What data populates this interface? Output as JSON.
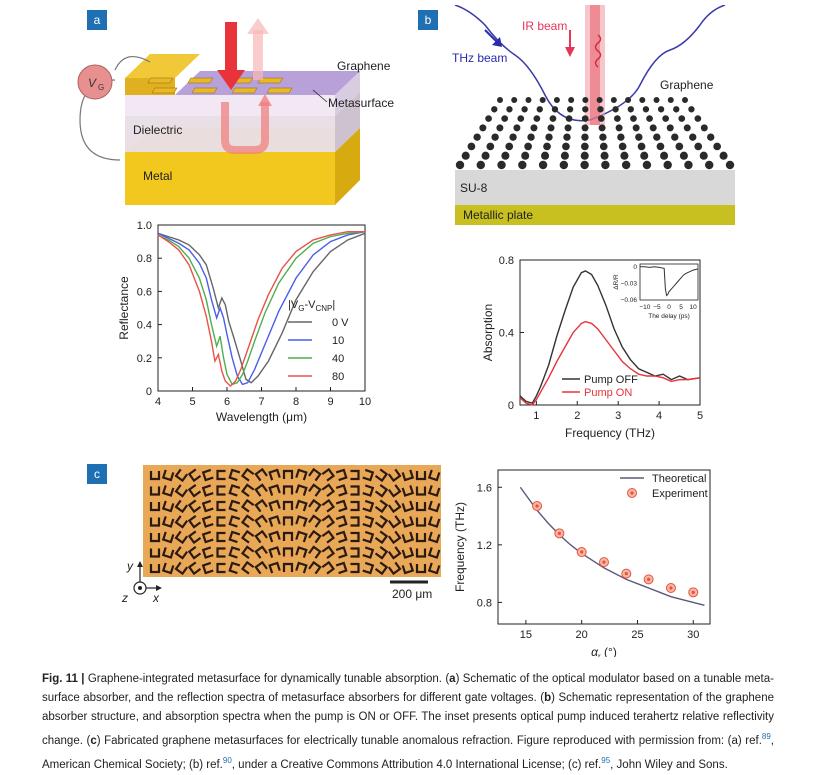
{
  "panels": {
    "a": {
      "tag": "a",
      "schematic": {
        "vg": "V",
        "vg_sub": "G",
        "graphene": "Graphene",
        "metasurface": "Metasurface",
        "dielectric": "Dielectric",
        "metal": "Metal"
      }
    },
    "b": {
      "tag": "b",
      "schematic": {
        "ir_beam": "IR beam",
        "thz_beam": "THz beam",
        "graphene": "Graphene",
        "su8": "SU-8",
        "metallic_plate": "Metallic plate"
      }
    },
    "c": {
      "tag": "c",
      "scale_bar": "200 μm",
      "axis_y": "y",
      "axis_z": "z",
      "axis_x": "x"
    }
  },
  "chart_data": [
    {
      "id": "a-reflectance",
      "type": "line",
      "xlabel": "Wavelength (μm)",
      "ylabel": "Reflectance",
      "xlim": [
        4,
        10
      ],
      "ylim": [
        0,
        1.0
      ],
      "xticks": [
        "4",
        "5",
        "6",
        "7",
        "8",
        "9",
        "10"
      ],
      "yticks": [
        "0",
        "0.2",
        "0.4",
        "0.6",
        "0.8",
        "1.0"
      ],
      "legend_title": "|V",
      "legend_title_sub1": "G",
      "legend_title_mid": "-V",
      "legend_title_sub2": "CNP",
      "legend_title_end": "|",
      "legend_position": "right",
      "series": [
        {
          "name": "0 V",
          "color": "#666666",
          "x": [
            4.0,
            4.3,
            4.6,
            4.9,
            5.2,
            5.4,
            5.6,
            5.75,
            5.85,
            5.95,
            6.05,
            6.2,
            6.4,
            6.55,
            6.7,
            6.9,
            7.2,
            7.6,
            8.0,
            8.5,
            9.0,
            9.5,
            10.0
          ],
          "y": [
            0.95,
            0.93,
            0.91,
            0.88,
            0.82,
            0.76,
            0.62,
            0.5,
            0.56,
            0.52,
            0.42,
            0.32,
            0.18,
            0.07,
            0.05,
            0.09,
            0.18,
            0.35,
            0.55,
            0.72,
            0.84,
            0.91,
            0.95
          ]
        },
        {
          "name": "10",
          "color": "#4a5ee8",
          "x": [
            4.0,
            4.3,
            4.6,
            4.9,
            5.2,
            5.4,
            5.55,
            5.7,
            5.8,
            5.9,
            6.0,
            6.15,
            6.3,
            6.45,
            6.6,
            6.8,
            7.1,
            7.5,
            8.0,
            8.5,
            9.0,
            9.5,
            10.0
          ],
          "y": [
            0.95,
            0.92,
            0.89,
            0.85,
            0.77,
            0.68,
            0.55,
            0.44,
            0.5,
            0.44,
            0.34,
            0.2,
            0.09,
            0.04,
            0.05,
            0.13,
            0.28,
            0.48,
            0.68,
            0.82,
            0.9,
            0.94,
            0.96
          ]
        },
        {
          "name": "40",
          "color": "#4caf50",
          "x": [
            4.0,
            4.3,
            4.6,
            4.9,
            5.2,
            5.4,
            5.55,
            5.7,
            5.8,
            5.9,
            6.0,
            6.15,
            6.3,
            6.45,
            6.6,
            6.8,
            7.1,
            7.5,
            8.0,
            8.5,
            9.0,
            9.5,
            10.0
          ],
          "y": [
            0.94,
            0.91,
            0.87,
            0.8,
            0.68,
            0.55,
            0.4,
            0.27,
            0.33,
            0.2,
            0.1,
            0.04,
            0.05,
            0.1,
            0.18,
            0.3,
            0.47,
            0.65,
            0.8,
            0.89,
            0.93,
            0.95,
            0.96
          ]
        },
        {
          "name": "80",
          "color": "#e8534a",
          "x": [
            4.0,
            4.3,
            4.6,
            4.9,
            5.2,
            5.4,
            5.55,
            5.65,
            5.75,
            5.85,
            5.95,
            6.1,
            6.25,
            6.4,
            6.6,
            6.9,
            7.2,
            7.6,
            8.0,
            8.5,
            9.0,
            9.5,
            10.0
          ],
          "y": [
            0.94,
            0.9,
            0.85,
            0.76,
            0.6,
            0.45,
            0.3,
            0.18,
            0.22,
            0.12,
            0.06,
            0.03,
            0.06,
            0.13,
            0.25,
            0.43,
            0.58,
            0.74,
            0.84,
            0.91,
            0.94,
            0.96,
            0.96
          ]
        }
      ]
    },
    {
      "id": "b-absorption",
      "type": "line",
      "xlabel": "Frequency (THz)",
      "ylabel": "Absorption",
      "xlim": [
        0.6,
        5
      ],
      "ylim": [
        0,
        0.8
      ],
      "xticks": [
        "1",
        "2",
        "3",
        "4",
        "5"
      ],
      "yticks": [
        "0",
        "0.4",
        "0.8"
      ],
      "legend_position": "bottom-center",
      "series": [
        {
          "name": "Pump OFF",
          "color": "#333333",
          "x": [
            0.6,
            0.75,
            0.9,
            1.0,
            1.1,
            1.3,
            1.5,
            1.7,
            1.9,
            2.1,
            2.2,
            2.35,
            2.5,
            2.7,
            2.9,
            3.1,
            3.3,
            3.5,
            3.7,
            3.9,
            4.1,
            4.3,
            4.5,
            4.7,
            5.0
          ],
          "y": [
            0.05,
            0.02,
            0.01,
            0.05,
            0.1,
            0.22,
            0.38,
            0.52,
            0.65,
            0.73,
            0.74,
            0.72,
            0.66,
            0.55,
            0.42,
            0.32,
            0.25,
            0.2,
            0.18,
            0.16,
            0.17,
            0.14,
            0.16,
            0.14,
            0.15
          ]
        },
        {
          "name": "Pump ON",
          "color": "#e8333a",
          "x": [
            0.6,
            0.75,
            0.9,
            1.0,
            1.1,
            1.3,
            1.5,
            1.7,
            1.9,
            2.1,
            2.2,
            2.35,
            2.5,
            2.7,
            2.9,
            3.1,
            3.3,
            3.5,
            3.7,
            3.9,
            4.1,
            4.3,
            4.5,
            4.7,
            5.0
          ],
          "y": [
            0.04,
            0.01,
            0.0,
            0.03,
            0.07,
            0.15,
            0.24,
            0.32,
            0.4,
            0.45,
            0.46,
            0.45,
            0.42,
            0.36,
            0.3,
            0.24,
            0.2,
            0.17,
            0.16,
            0.16,
            0.15,
            0.13,
            0.14,
            0.14,
            0.15
          ]
        }
      ],
      "inset": {
        "xlabel": "The delay (ps)",
        "ylabel": "ΔR/R",
        "xticks": [
          "−10",
          "−5",
          "0",
          "5",
          "10"
        ],
        "yticks": [
          "0",
          "−0.03",
          "−0.06"
        ],
        "xlim": [
          -12,
          12
        ],
        "ylim": [
          -0.06,
          0.005
        ],
        "x": [
          -12,
          -10,
          -8,
          -6,
          -4,
          -3,
          -2,
          -1.5,
          -1,
          -0.5,
          0,
          1,
          2,
          3,
          4,
          5,
          6,
          7,
          8,
          9,
          10,
          11,
          12
        ],
        "y": [
          0.0,
          0.0,
          -0.001,
          0.0,
          -0.001,
          -0.002,
          -0.003,
          -0.04,
          -0.052,
          -0.05,
          -0.045,
          -0.04,
          -0.035,
          -0.03,
          -0.025,
          -0.02,
          -0.015,
          -0.012,
          -0.01,
          -0.008,
          -0.006,
          -0.005,
          -0.004
        ]
      }
    },
    {
      "id": "c-frequency",
      "type": "scatter",
      "xlabel": "α",
      "xlabel_sub": "r",
      "xlabel_end": " (°)",
      "ylabel": "Frequency (THz)",
      "xlim": [
        12.5,
        31.5
      ],
      "ylim": [
        0.65,
        1.72
      ],
      "xticks": [
        "15",
        "20",
        "25",
        "30"
      ],
      "yticks": [
        "0.8",
        "1.2",
        "1.6"
      ],
      "legend_position": "top-right",
      "series": [
        {
          "name": "Theoretical",
          "type": "line",
          "color": "#5a5a7a",
          "x": [
            14.5,
            16,
            17,
            18,
            19,
            20,
            21,
            22,
            23,
            24,
            25,
            26,
            27,
            28,
            29,
            30,
            31
          ],
          "y": [
            1.6,
            1.44,
            1.35,
            1.27,
            1.2,
            1.14,
            1.09,
            1.04,
            1.0,
            0.96,
            0.93,
            0.9,
            0.87,
            0.84,
            0.82,
            0.8,
            0.78
          ]
        },
        {
          "name": "Experiment",
          "type": "scatter",
          "color": "#e8533a",
          "x": [
            16,
            18,
            20,
            22,
            24,
            26,
            28,
            30
          ],
          "y": [
            1.47,
            1.28,
            1.15,
            1.08,
            1.0,
            0.96,
            0.9,
            0.87
          ]
        }
      ]
    }
  ],
  "caption": {
    "fig": "Fig. 11 |",
    "intro": " Graphene-integrated metasurface for dynamically tunable absorption. (",
    "a": "a",
    "text_a": ") Schematic of the optical modulator based on a tunable meta-surface absorber, and the reflection spectra of metasurface absorbers for different gate voltages. (",
    "b": "b",
    "text_b": ") Schematic representation of the graphene absorber structure, and absorption spectra when the pump is ON or OFF. The inset presents optical pump induced terahertz relative reflectivity change. (",
    "c": "c",
    "text_c": ") Fabricated graphene metasurfaces for electrically tunable anomalous refraction. Figure reproduced with permission from: (a) ref.",
    "ref1": "89",
    "text_d": ", American Chemical Society; (b) ref.",
    "ref2": "90",
    "text_e": ", under a Creative Commons Attribution 4.0 International License; (c) ref.",
    "ref3": "95",
    "text_f": ", John Wiley and Sons."
  }
}
